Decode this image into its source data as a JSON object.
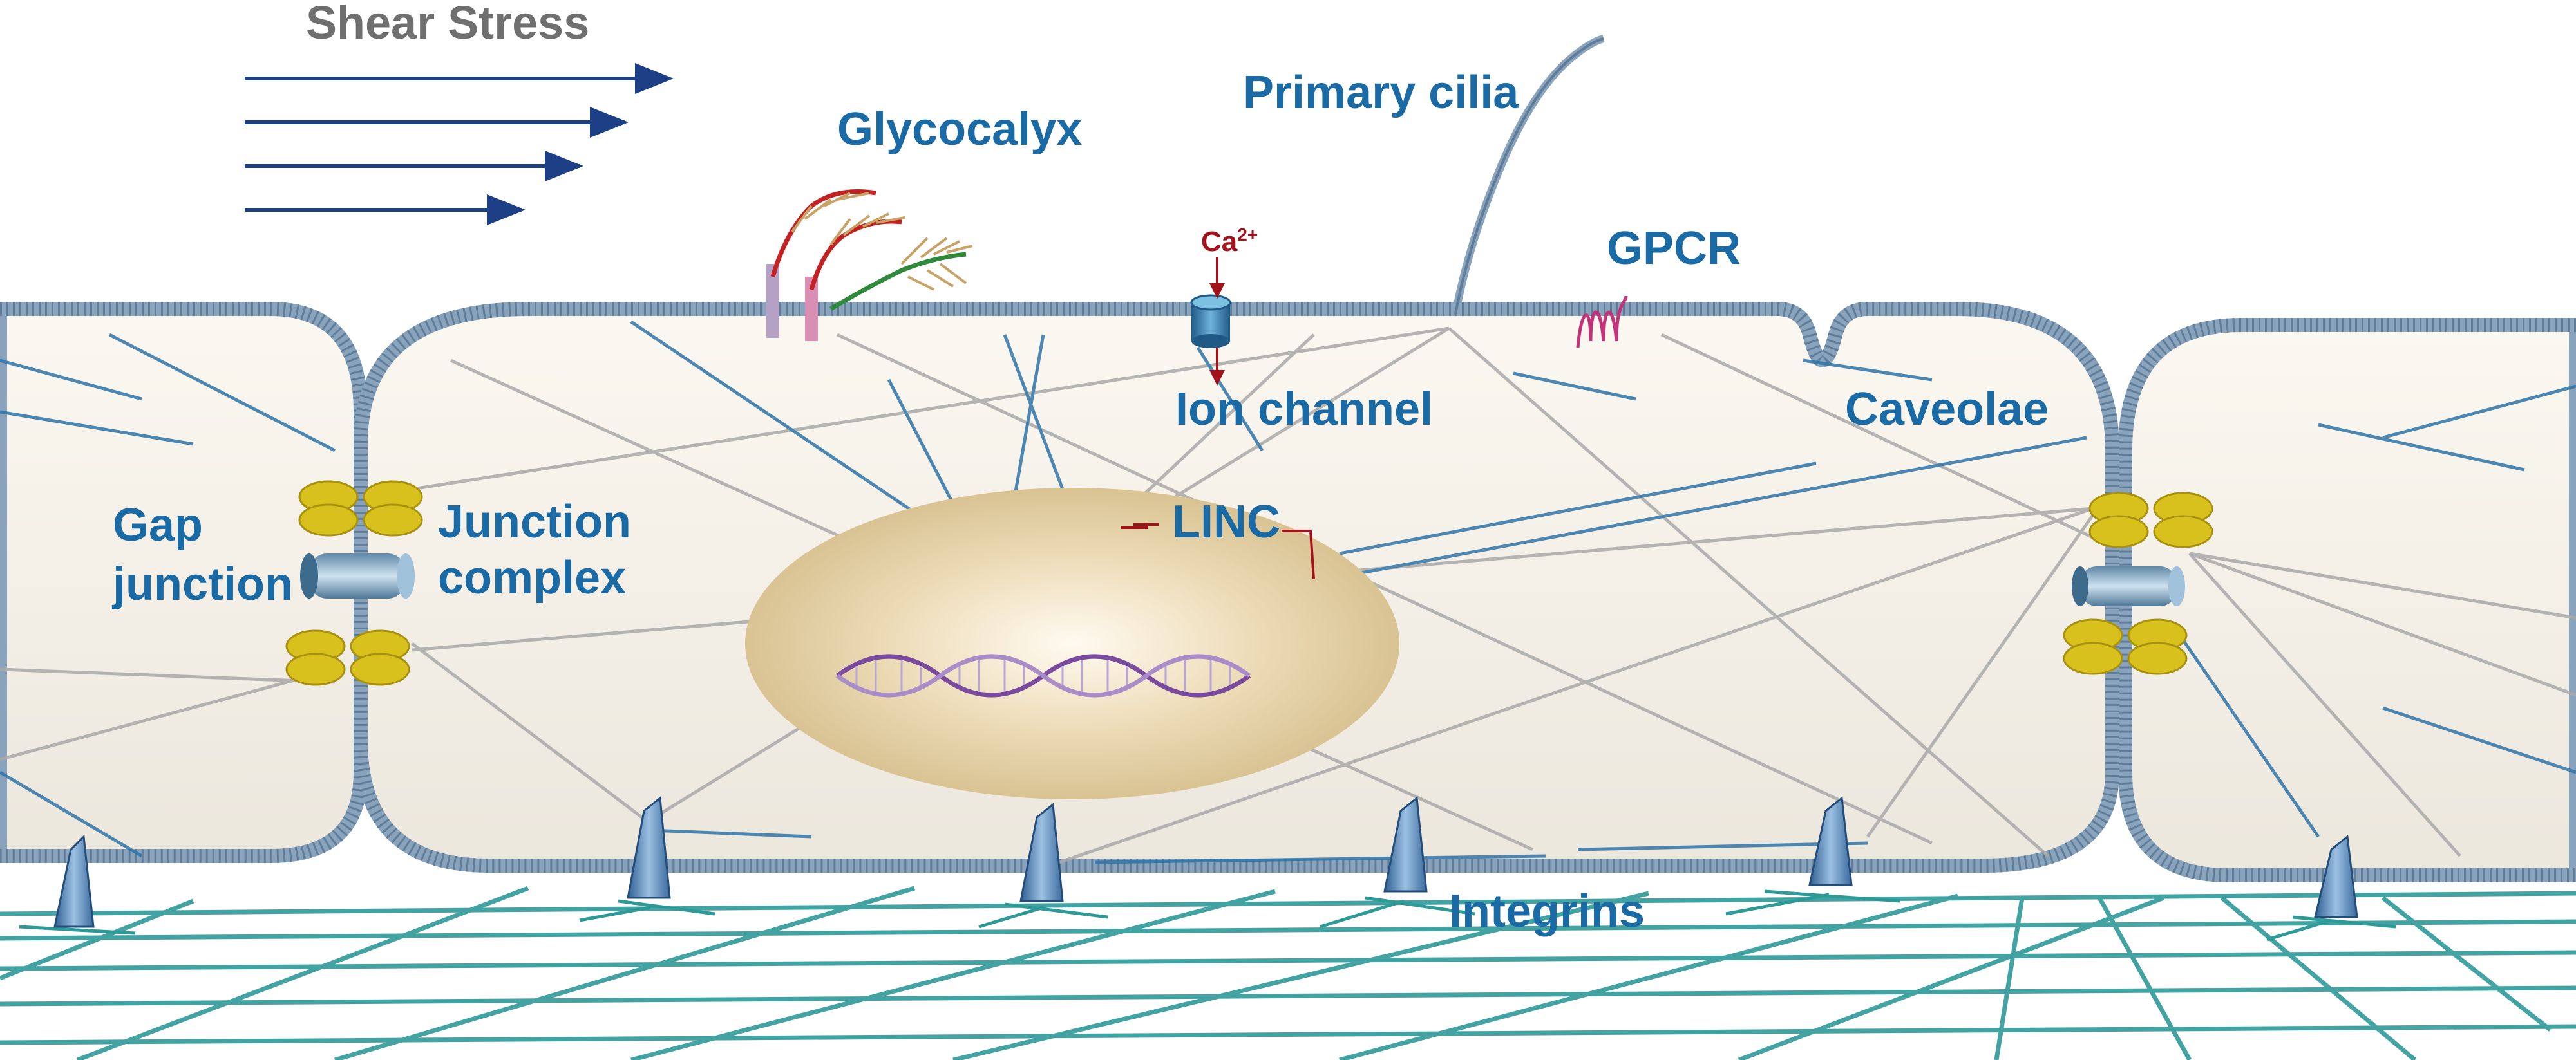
{
  "labels": {
    "shear_stress": "Shear Stress",
    "glycocalyx": "Glycocalyx",
    "primary_cilia": "Primary cilia",
    "gpcr": "GPCR",
    "calcium": "Ca",
    "calcium_charge": "2+",
    "ion_channel": "Ion channel",
    "caveolae": "Caveolae",
    "gap_junction_line1": "Gap",
    "gap_junction_line2": "junction",
    "junction_complex_line1": "Junction",
    "junction_complex_line2": "complex",
    "linc": "LINC",
    "integrins": "Integrins"
  },
  "colors": {
    "label_blue": "#1a6aa6",
    "label_gray": "#6f6f6f",
    "calcium_red": "#a3121b",
    "membrane": "#8aa3bd",
    "cytoplasm": "#f7f3ea",
    "nucleus": "#dcc89e",
    "junction_yellow": "#d8c11c",
    "ecm_teal": "#2e9a98",
    "arrow_navy": "#1c3f86"
  }
}
